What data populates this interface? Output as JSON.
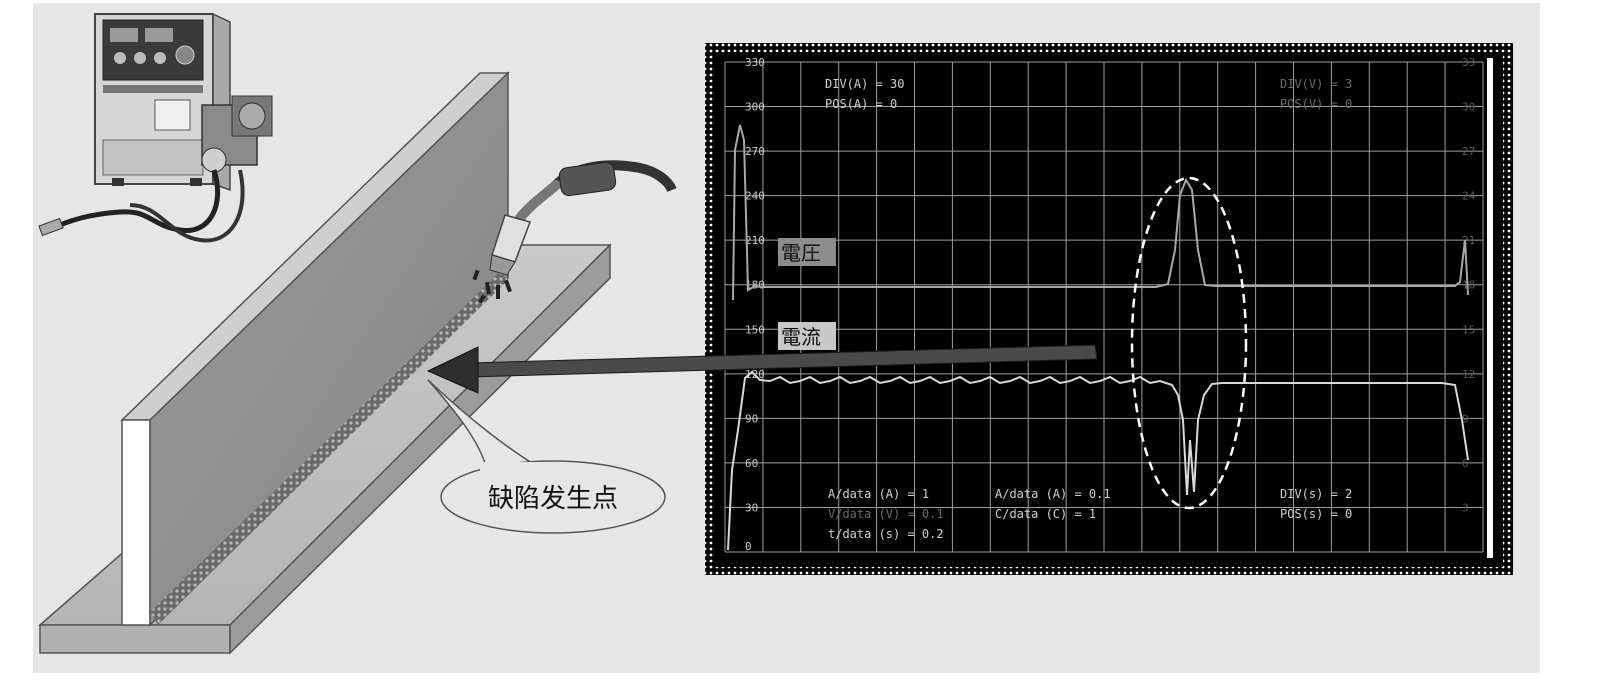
{
  "callout": {
    "label": "缺陷发生点"
  },
  "scope": {
    "channel_labels": {
      "voltage": "電圧",
      "current": "電流"
    },
    "header_left": [
      "DIV(A) = 30",
      "POS(A) = 0"
    ],
    "header_right": [
      "DIV(V) = 3",
      "POS(V) = 0"
    ],
    "footer_col1": [
      "A/data (A) = 1",
      "V/data (V) = 0.1",
      "t/data (s) = 0.2"
    ],
    "footer_col2": [
      "A/data (A) = 0.1",
      "C/data (C) = 1"
    ],
    "footer_col3": [
      "DIV(s) = 2",
      "POS(s) = 0"
    ],
    "left_axis_ticks": [
      "0",
      "30",
      "60",
      "90",
      "120",
      "150",
      "180",
      "210",
      "240",
      "270",
      "300",
      "330"
    ],
    "right_axis_ticks": [
      "3",
      "6",
      "9",
      "12",
      "15",
      "18",
      "21",
      "24",
      "27",
      "30",
      "33"
    ]
  },
  "colors": {
    "background": "#e6e6e6",
    "scope_bg": "#000000",
    "grid": "#cfcfcf",
    "trace": "#bdbdbd",
    "wall": "#8d8d8d",
    "arrow": "#4a4a4a"
  }
}
